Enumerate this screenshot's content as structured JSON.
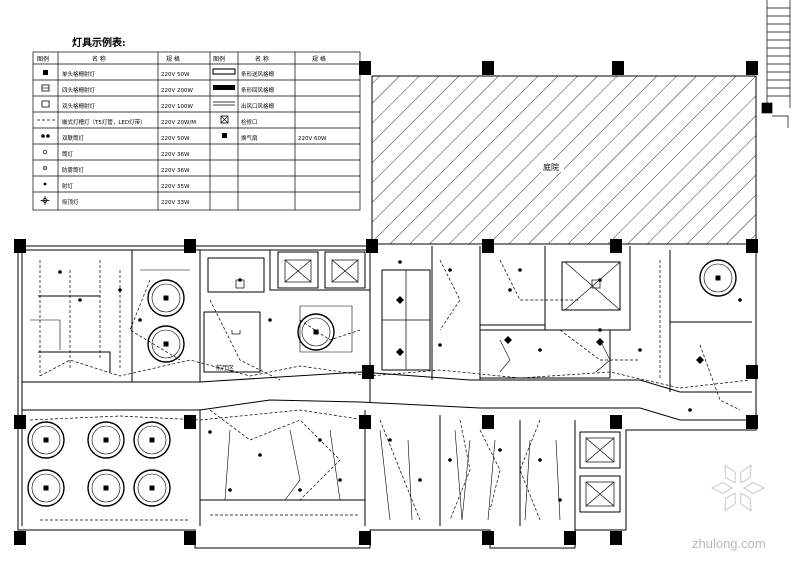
{
  "legend": {
    "title": "灯具示例表:",
    "headers": [
      "图例",
      "名 称",
      "规 格"
    ],
    "rows": [
      {
        "name": "单头格栅射灯",
        "spec": "220V 50W"
      },
      {
        "name": "四头格栅射灯",
        "spec": "220V 200W"
      },
      {
        "name": "双头格栅射灯",
        "spec": "220V 100W"
      },
      {
        "name": "嵌式灯槽灯（T5灯管，LED灯带）",
        "spec": "220V 20W/M"
      },
      {
        "name": "双联筒灯",
        "spec": "220V 50W"
      },
      {
        "name": "筒灯",
        "spec": "220V 36W"
      },
      {
        "name": "防雾筒灯",
        "spec": "220V 36W"
      },
      {
        "name": "射灯",
        "spec": "220V 35W"
      },
      {
        "name": "吸顶灯",
        "spec": "220V 33W"
      }
    ],
    "right_rows": [
      {
        "name": "条形送风格栅"
      },
      {
        "name": "条形回风格栅"
      },
      {
        "name": "出风口风格栅"
      },
      {
        "name": "检修口"
      },
      {
        "name": "换气扇",
        "spec": "220V 60W"
      }
    ]
  },
  "plan": {
    "courtyard_label": "庭院",
    "room_label_1": "",
    "room_label_2": "前厅区"
  },
  "watermark": {
    "site": "zhulong.com"
  },
  "icons": [
    "downlight-icon",
    "grille-icon",
    "exhaust-fan-icon",
    "access-panel-icon",
    "watermark-logo-icon"
  ]
}
